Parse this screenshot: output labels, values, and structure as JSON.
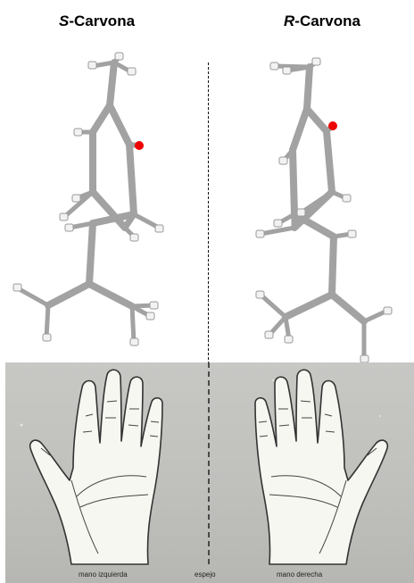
{
  "titles": {
    "left": {
      "prefix": "S",
      "name": "-Carvona"
    },
    "right": {
      "prefix": "R",
      "name": "-Carvona"
    }
  },
  "captions": {
    "left_hand": "mano izquierda",
    "mirror": "espejo",
    "right_hand": "mano derecha"
  },
  "colors": {
    "bond": "#a8a8a8",
    "hydrogen": "#f2f2f2",
    "oxygen": "#ee0000",
    "photo_background": "#c4c4c1",
    "hand_fill": "#f7f7f2",
    "hand_outline": "#333333"
  }
}
